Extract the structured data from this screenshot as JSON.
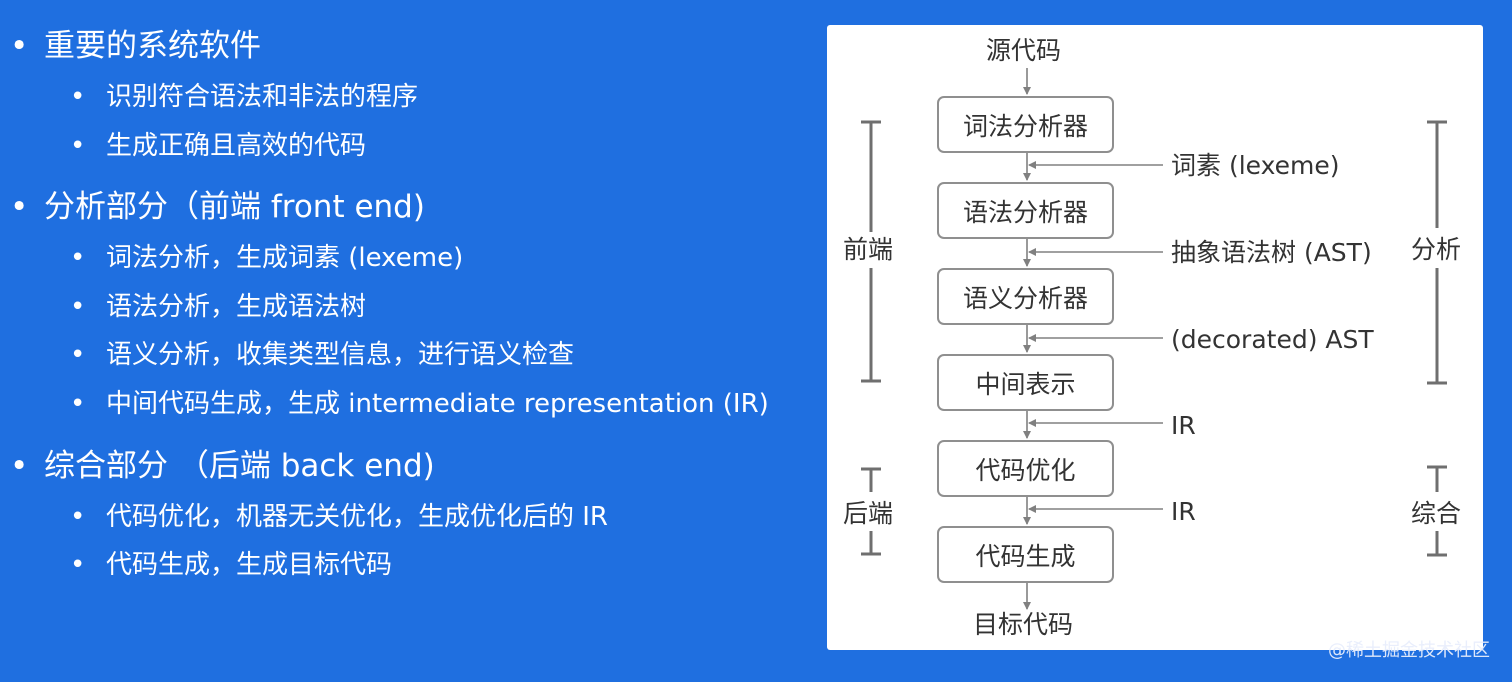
{
  "bullets": {
    "section1": {
      "title": "重要的系统软件",
      "items": [
        "识别符合语法和非法的程序",
        "生成正确且高效的代码"
      ]
    },
    "section2": {
      "title": "分析部分（前端 front end)",
      "items": [
        "词法分析，生成词素 (lexeme)",
        "语法分析，生成语法树",
        "语义分析，收集类型信息，进行语义检查",
        "中间代码生成，生成 intermediate representation (IR)"
      ]
    },
    "section3": {
      "title": "综合部分 （后端 back end)",
      "items": [
        "代码优化，机器无关优化，生成优化后的 IR",
        "代码生成，生成目标代码"
      ]
    }
  },
  "diagram": {
    "source": "源代码",
    "target": "目标代码",
    "stages": [
      "词法分析器",
      "语法分析器",
      "语义分析器",
      "中间表示",
      "代码优化",
      "代码生成"
    ],
    "outputs": [
      "词素 (lexeme)",
      "抽象语法树 (AST)",
      "(decorated) AST",
      "IR",
      "IR"
    ],
    "left_labels": {
      "front": "前端",
      "back": "后端"
    },
    "right_labels": {
      "analysis": "分析",
      "synthesis": "综合"
    }
  },
  "watermark": "@稀土掘金技术社区",
  "colors": {
    "background": "#1f6fe0",
    "panel": "#ffffff",
    "box_border": "#8f8f8f",
    "line": "#808080"
  }
}
